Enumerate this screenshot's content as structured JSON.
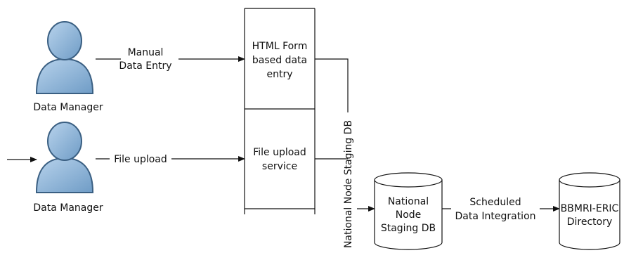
{
  "actors": {
    "top_label": "Data Manager",
    "bottom_label": "Data Manager"
  },
  "flows": {
    "manual_line1": "Manual",
    "manual_line2": "Data Entry",
    "file_upload": "File upload",
    "scheduled_line1": "Scheduled",
    "scheduled_line2": "Data Integration"
  },
  "services": {
    "html_form_line1": "HTML Form",
    "html_form_line2": "based data",
    "html_form_line3": "entry",
    "upload_line1": "File upload",
    "upload_line2": "service"
  },
  "vertical_label": "National Node Staging DB",
  "databases": {
    "staging_line1": "National",
    "staging_line2": "Node",
    "staging_line3": "Staging DB",
    "directory_line1": "BBMRI-ERIC",
    "directory_line2": "Directory"
  },
  "colors": {
    "person_fill": "#8db5d9",
    "person_stroke": "#3a5f82",
    "line": "#111111"
  }
}
